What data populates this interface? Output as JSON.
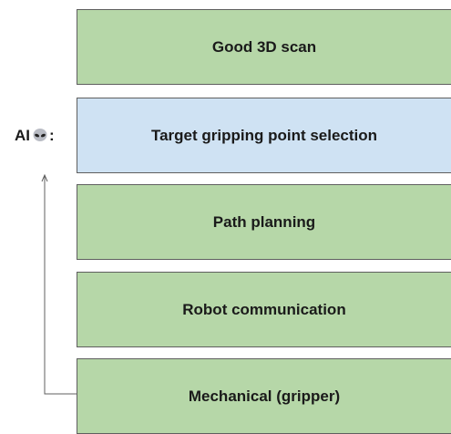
{
  "diagram": {
    "ai_marker": {
      "prefix": "AI",
      "icon": "alien-icon",
      "suffix": ":"
    },
    "steps": [
      {
        "label": "Good 3D scan",
        "color": "#b6d7a8"
      },
      {
        "label": "Target gripping point selection",
        "color": "#cfe2f3"
      },
      {
        "label": "Path planning",
        "color": "#b6d7a8"
      },
      {
        "label": "Robot communication",
        "color": "#b6d7a8"
      },
      {
        "label": "Mechanical (gripper)",
        "color": "#b6d7a8"
      }
    ]
  }
}
